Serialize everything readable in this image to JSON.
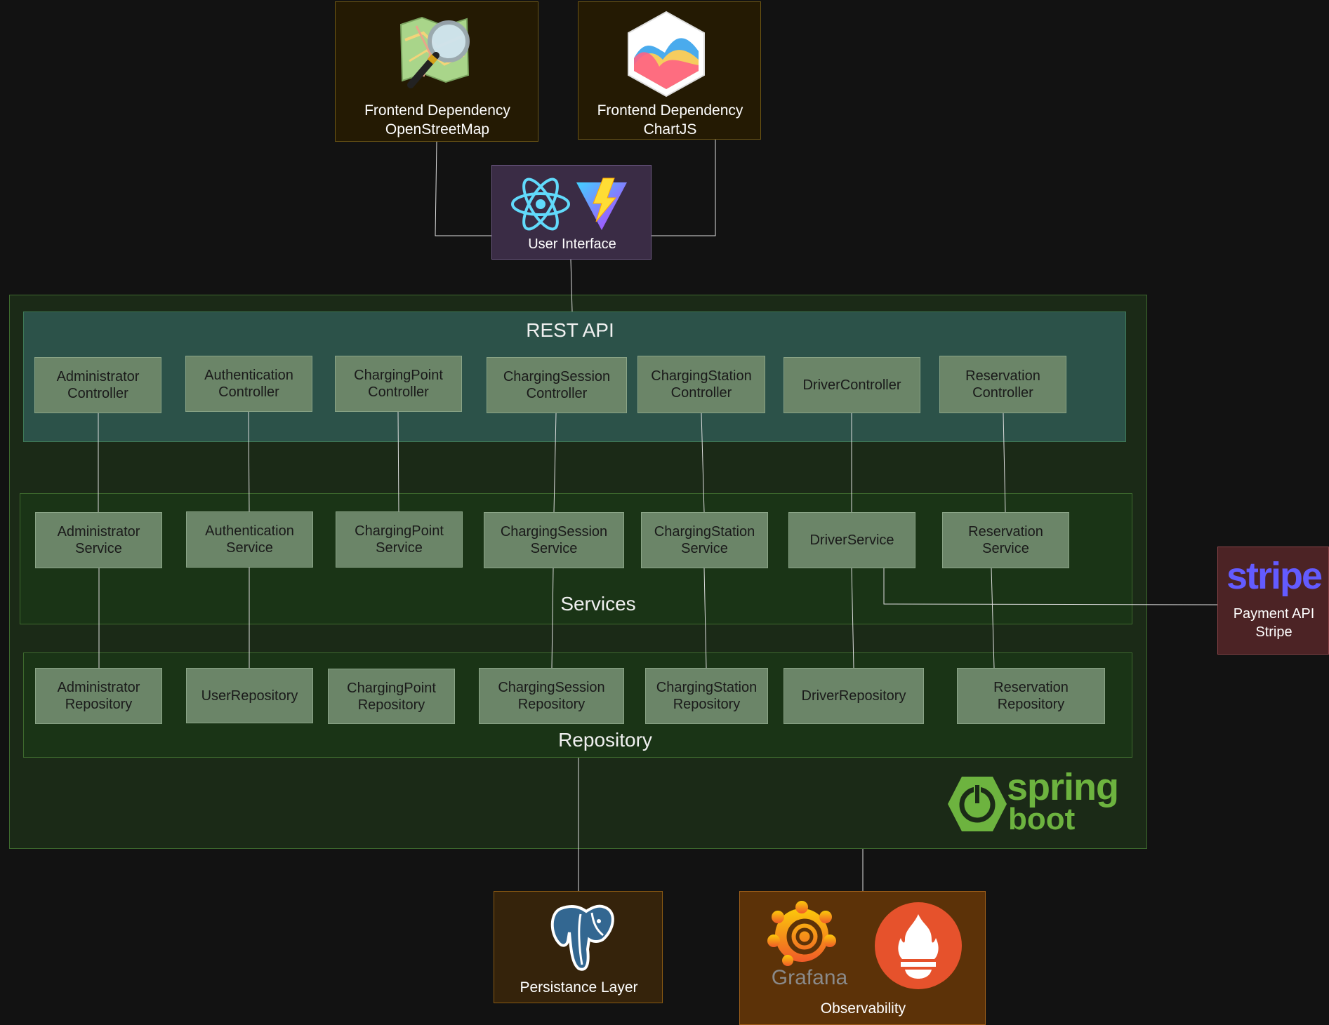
{
  "top": {
    "osm_label": "Frontend Dependency\nOpenStreetMap",
    "chartjs_label": "Frontend Dependency\nChartJS",
    "ui_label": "User Interface"
  },
  "rest_api": {
    "title": "REST API",
    "controllers": [
      "Administrator\nController",
      "Authentication\nController",
      "ChargingPoint\nController",
      "ChargingSession\nController",
      "ChargingStation\nController",
      "DriverController",
      "Reservation\nController"
    ]
  },
  "services": {
    "title": "Services",
    "items": [
      "Administrator\nService",
      "Authentication\nService",
      "ChargingPoint\nService",
      "ChargingSession\nService",
      "ChargingStation\nService",
      "DriverService",
      "Reservation\nService"
    ]
  },
  "repository": {
    "title": "Repository",
    "items": [
      "Administrator\nRepository",
      "UserRepository",
      "ChargingPoint\nRepository",
      "ChargingSession\nRepository",
      "ChargingStation\nRepository",
      "DriverRepository",
      "Reservation\nRepository"
    ]
  },
  "spring": {
    "logo_word1": "spring",
    "logo_word2": "boot"
  },
  "payment": {
    "logo_text": "stripe",
    "label": "Payment API\nStripe"
  },
  "persistence": {
    "label": "Persistance Layer"
  },
  "observability": {
    "label": "Observability",
    "grafana_text": "Grafana"
  },
  "colors": {
    "background": "#121212",
    "component": "#6b8568",
    "rest_layer": "#2c5249",
    "spring_green": "#6db33f",
    "stripe_purple": "#635bff"
  }
}
